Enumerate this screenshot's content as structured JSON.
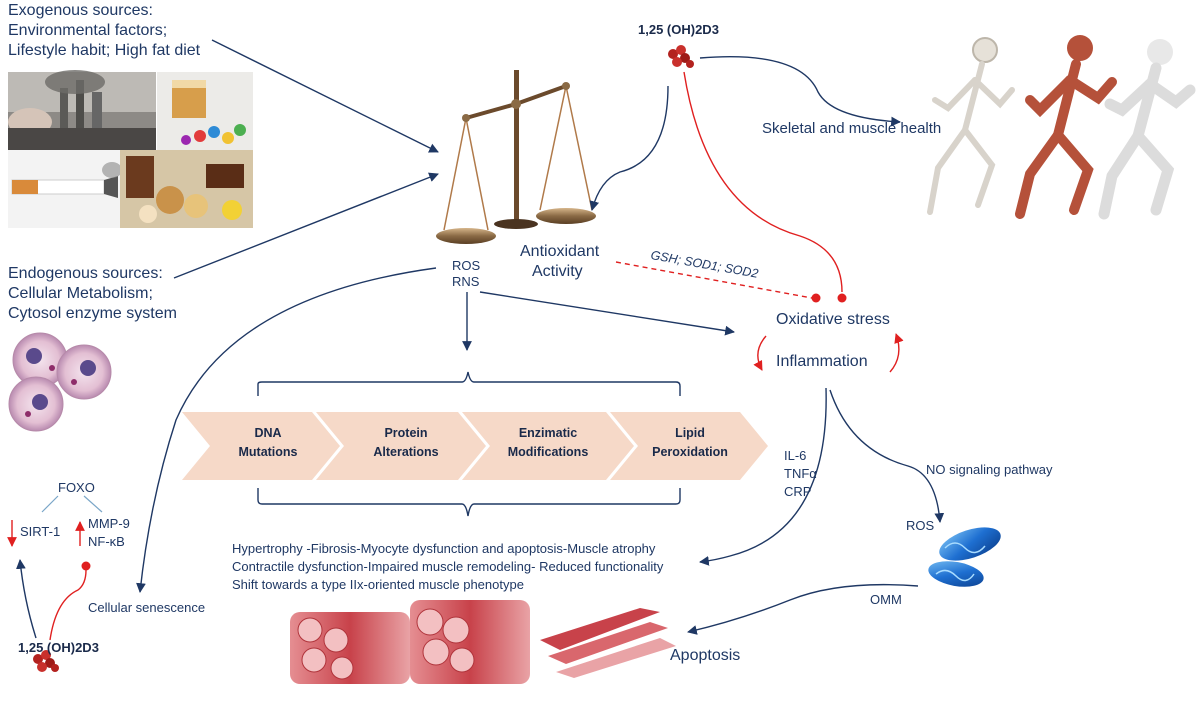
{
  "exogenous": {
    "line1": "Exogenous sources:",
    "line2": "Environmental factors;",
    "line3": "Lifestyle habit;  High fat diet"
  },
  "endogenous": {
    "line1": "Endogenous sources:",
    "line2": "Cellular Metabolism;",
    "line3": "Cytosol enzyme system"
  },
  "vitd_top": "1,25 (OH)2D3",
  "vitd_bottom": "1,25 (OH)2D3",
  "skeletal": "Skeletal and muscle health",
  "antioxidant": {
    "line1": "Antioxidant",
    "line2": "Activity"
  },
  "enzymes": "GSH; SOD1; SOD2",
  "ros_rns": {
    "line1": "ROS",
    "line2": "RNS"
  },
  "oxidative_stress": "Oxidative stress",
  "inflammation": "Inflammation",
  "chevrons": [
    {
      "line1": "DNA",
      "line2": "Mutations"
    },
    {
      "line1": "Protein",
      "line2": "Alterations"
    },
    {
      "line1": "Enzimatic",
      "line2": "Modifications"
    },
    {
      "line1": "Lipid",
      "line2": "Peroxidation"
    }
  ],
  "cytokines": {
    "line1": "IL-6",
    "line2": "TNFα",
    "line3": "CRP"
  },
  "no_signaling": "NO signaling pathway",
  "ros_mito": "ROS",
  "omm": "OMM",
  "apoptosis": "Apoptosis",
  "outcomes": {
    "line1": "Hypertrophy -Fibrosis-Myocyte dysfunction and apoptosis-Muscle atrophy",
    "line2": "Contractile dysfunction-Impaired muscle remodeling- Reduced functionality",
    "line3": "Shift towards a type IIx-oriented muscle phenotype"
  },
  "foxo": "FOXO",
  "sirt1": "SIRT-1",
  "mmp9": "MMP-9",
  "nfkb": "NF-κB",
  "senescence": "Cellular senescence",
  "colors": {
    "navy": "#1f3864",
    "red": "#e02020",
    "chevron": "#f6d9c8",
    "muscle": "#c8424a"
  }
}
